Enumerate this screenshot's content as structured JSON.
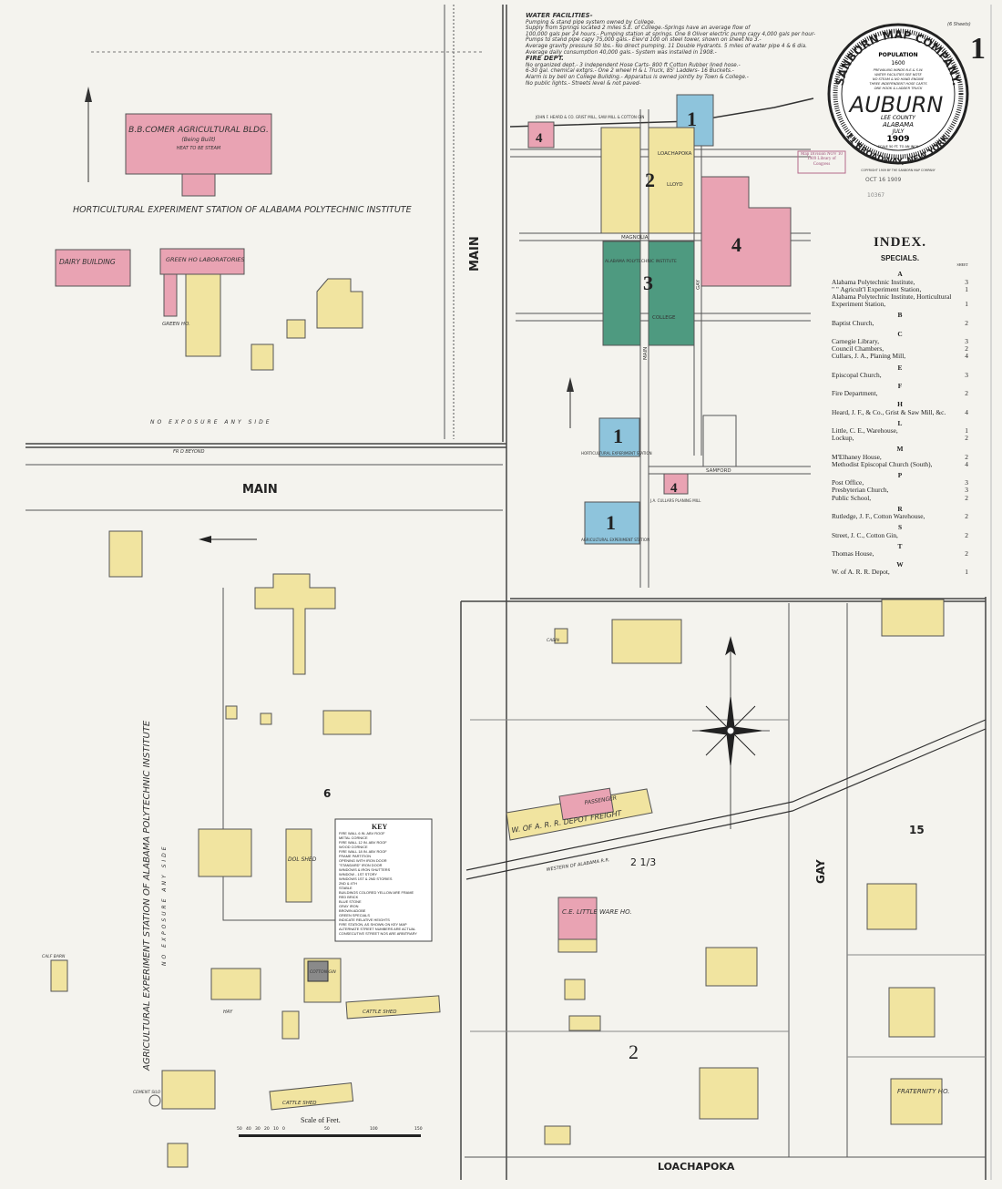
{
  "sheet_number": "1",
  "sheet_count_note": "(6 Sheets)",
  "colors": {
    "paper": "#f4f3ee",
    "frame": "#f1e4a0",
    "brick": "#e9a3b3",
    "stone": "#8ec4dc",
    "special": "#4e9a80"
  },
  "seal": {
    "company": "SANBORN MAP COMPANY.",
    "population_label": "POPULATION",
    "population": "1600",
    "notes": [
      "PREVAILING WINDS N.E.& S.W.",
      "WATER FACILITIES SEE NOTE",
      "NO STEAM & NO HAND ENGINE",
      "THREE INDEPENDENT HOSE CARTS",
      "ONE HOOK & LADDER TRUCK"
    ],
    "town": "AUBURN",
    "county": "LEE COUNTY",
    "state": "ALABAMA",
    "month": "JULY",
    "year": "1909",
    "scale": "SCALE 50 FT. TO AN INCH",
    "address": "11 BROADWAY, NEW YORK.",
    "copyright": "COPYRIGHT 1909 BY THE SANBORN MAP COMPANY"
  },
  "stamps": {
    "library": "Map Division NOV 10 1909 Library of Congress",
    "date": "OCT 16 1909",
    "number": "10367"
  },
  "water_facilities": {
    "heading": "WATER FACILITIES-",
    "lines": [
      "Pumping & stand pipe system owned by College.",
      "Supply from Springs located 2 miles S.E. of College.-Springs have an average flow of",
      "100,000 gals per 24 hours.- Pumping station at springs. One 8 Oliver electric pump capy 4,000 gals per hour-",
      "Pumps to stand pipe capy 75,000 gals.- Elev'd 100 on steel tower, shown on sheet No 3.-",
      "Average gravity pressure 50 lbs.- No direct pumping. 11 Double Hydrants. 5 miles of water pipe 4 & 6 dia.",
      "Average daily consumption 40,000 gals.- System was installed in 1908.-"
    ],
    "fire_heading": "FIRE DEPT.",
    "fire_lines": [
      "No organized dept.- 3 independent Hose Carts- 800 ft Cotton Rubber lined hose.-",
      "6-30 gal. chemical extgrs.- One 2 wheel H & L Truck, 85' Ladders- 16 Buckets.-",
      "Alarm is by bell on College Building.- Apparatus is owned jointly by Town & College.-"
    ],
    "lights": "No public lights.- Streets level & not paved-"
  },
  "index": {
    "title": "INDEX.",
    "subtitle": "SPECIALS.",
    "sheet_header": "SHEET",
    "groups": [
      {
        "letter": "A",
        "items": [
          [
            "Alabama Polytechnic Institute,",
            "3"
          ],
          [
            "\" \" Agricult'l Experiment Station,",
            "1"
          ],
          [
            "Alabama Polytechnic Institute, Horticultural Experiment Station,",
            "1"
          ]
        ]
      },
      {
        "letter": "B",
        "items": [
          [
            "Baptist Church,",
            "2"
          ]
        ]
      },
      {
        "letter": "C",
        "items": [
          [
            "Carnegie Library,",
            "3"
          ],
          [
            "Council Chambers,",
            "2"
          ],
          [
            "Cullars, J. A., Planing Mill,",
            "4"
          ]
        ]
      },
      {
        "letter": "E",
        "items": [
          [
            "Episcopal Church,",
            "3"
          ]
        ]
      },
      {
        "letter": "F",
        "items": [
          [
            "Fire Department,",
            "2"
          ]
        ]
      },
      {
        "letter": "H",
        "items": [
          [
            "Heard, J. F., & Co., Grist & Saw Mill, &c.",
            "4"
          ]
        ]
      },
      {
        "letter": "L",
        "items": [
          [
            "Little, C. E., Warehouse,",
            "1"
          ],
          [
            "Lockup,",
            "2"
          ]
        ]
      },
      {
        "letter": "M",
        "items": [
          [
            "M'Elhaney House,",
            "2"
          ],
          [
            "Methodist Episcopal Church (South),",
            "4"
          ]
        ]
      },
      {
        "letter": "P",
        "items": [
          [
            "Post Office,",
            "3"
          ],
          [
            "Presbyterian Church,",
            "3"
          ],
          [
            "Public School,",
            "2"
          ]
        ]
      },
      {
        "letter": "R",
        "items": [
          [
            "Rutledge, J. F., Cotton Warehouse,",
            "2"
          ]
        ]
      },
      {
        "letter": "S",
        "items": [
          [
            "Street, J. C., Cotton Gin,",
            "2"
          ]
        ]
      },
      {
        "letter": "T",
        "items": [
          [
            "Thomas House,",
            "2"
          ]
        ]
      },
      {
        "letter": "W",
        "items": [
          [
            "W. of A. R. R. Depot,",
            "1"
          ]
        ]
      }
    ]
  },
  "labels": {
    "comer": "B.B.COMER AGRICULTURAL BLDG.",
    "comer_note": "(Being Built)",
    "comer_heat": "HEAT TO BE STEAM",
    "horticultural": "HORTICULTURAL EXPERIMENT STATION OF ALABAMA POLYTECHNIC INSTITUTE",
    "dairy": "DAIRY BUILDING",
    "green_labs": "GREEN HO LABORATORIES",
    "green_ho": "GREEN HO.",
    "no_exposure": "NO EXPOSURE ANY SIDE",
    "main_top": "MAIN",
    "main_mid": "MAIN",
    "fr_d_beyond": "FR D BEYOND",
    "agricultural": "AGRICULTURAL EXPERIMENT STATION OF ALABAMA POLYTECHNIC INSTITUTE",
    "block6": "6",
    "dol_shed": "DOL SHED",
    "cattle_shed1": "CATTLE SHED",
    "cattle_shed2": "CATTLE SHED",
    "cotton_gin": "COTTON GIN",
    "cement_silo": "CEMENT SILO",
    "calf_barn": "CALF BARN",
    "scale_label": "Scale of Feet.",
    "scale_ticks": [
      "50",
      "40",
      "30",
      "20",
      "10",
      "0",
      "50",
      "100",
      "150"
    ],
    "depot_freight": "W. OF A. R. R. DEPOT FREIGHT",
    "depot_passenger": "PASSENGER",
    "western_rr": "WESTERN OF ALABAMA R.R.",
    "block_2_3": "2 1/3",
    "little": "C.E. LITTLE WARE HO.",
    "block2": "2",
    "block15": "15",
    "gay": "GAY",
    "loachapoka": "LOACHAPOKA",
    "fraternity": "FRATERNITY HO.",
    "cabin": "CABIN",
    "hay": "HAY",
    "key_title": "KEY",
    "key_lines": [
      "FIRE WALL 6 IN. ABV ROOF",
      "METAL CORNICE",
      "FIRE WALL 12 IN. ABV ROOF",
      "WOOD CORNICE",
      "FIRE WALL 18 IN. ABV ROOF",
      "FRAME PARTITION",
      "OPENING WITH IRON DOOR",
      "\"STANDARD\" IRON DOOR",
      "WINDOWS & IRON SHUTTERS",
      "WINDOW - 1ST STORY",
      "WINDOWS 1ST & 2ND STORIES",
      "2ND & 4TH",
      "STABLE",
      "BUILDINGS COLORED YELLOW ARE FRAME",
      "RED BRICK",
      "BLUE STONE",
      "GRAY IRON",
      "BROWN ADOBE",
      "GREEN SPECIALS",
      "INDICATE RELATIVE HEIGHTS",
      "FIRE STATION, AS SHOWN ON KEY MAP",
      "ALTERNATE STREET NUMBERS ARE ACTUAL",
      "CONSECUTIVE STREET NOS ARE ARBITRARY"
    ]
  },
  "keymap": {
    "streets": [
      "LOACHAPOKA",
      "LLOYD",
      "MAGNOLIA",
      "COLLEGE",
      "MAIN",
      "GAY",
      "SAMFORD"
    ],
    "blocks": [
      "4",
      "1",
      "2",
      "3",
      "4",
      "1",
      "4",
      "1"
    ],
    "horticultural_station": "HORTICULTURAL EXPERIMENT STATION",
    "agricultural_station": "AGRICULTURAL EXPERIMENT STATION",
    "polytechnic": "ALABAMA POLYTECHNIC INSTITUTE",
    "heard": "JOHN F. HEARD & CO. GRIST MILL, SAW MILL & COTTON GIN",
    "cullars": "J.A. CULLARS PLANING MILL"
  }
}
